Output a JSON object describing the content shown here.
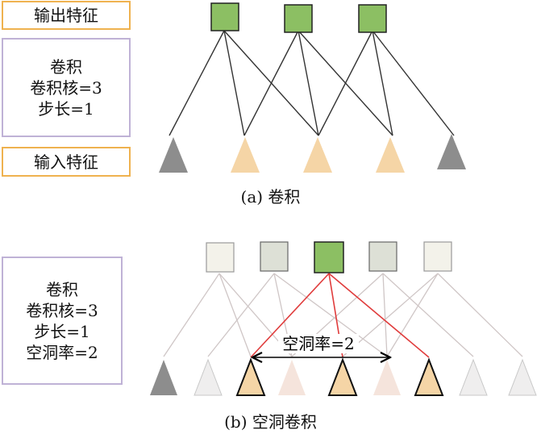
{
  "panel_a": {
    "output_label": "输出特征",
    "params": [
      "卷积",
      "卷积核=3",
      "步长=1"
    ],
    "input_label": "输入特征",
    "caption": "(a) 卷积"
  },
  "panel_b": {
    "params": [
      "卷积",
      "卷积核=3",
      "步长=1",
      "空洞率=2"
    ],
    "dilation_label": "空洞率=2",
    "caption": "(b) 空洞卷积"
  },
  "colors": {
    "output_green": "#8cbf63",
    "input_peach": "#f5d5a6",
    "padding_gray": "#8d8d8d",
    "connection_black": "#333333",
    "connection_red": "#e03c3c",
    "faded_gray": "#c8c0c0",
    "label_border_orange": "#efb24f",
    "label_border_purple": "#bfb2d6"
  }
}
